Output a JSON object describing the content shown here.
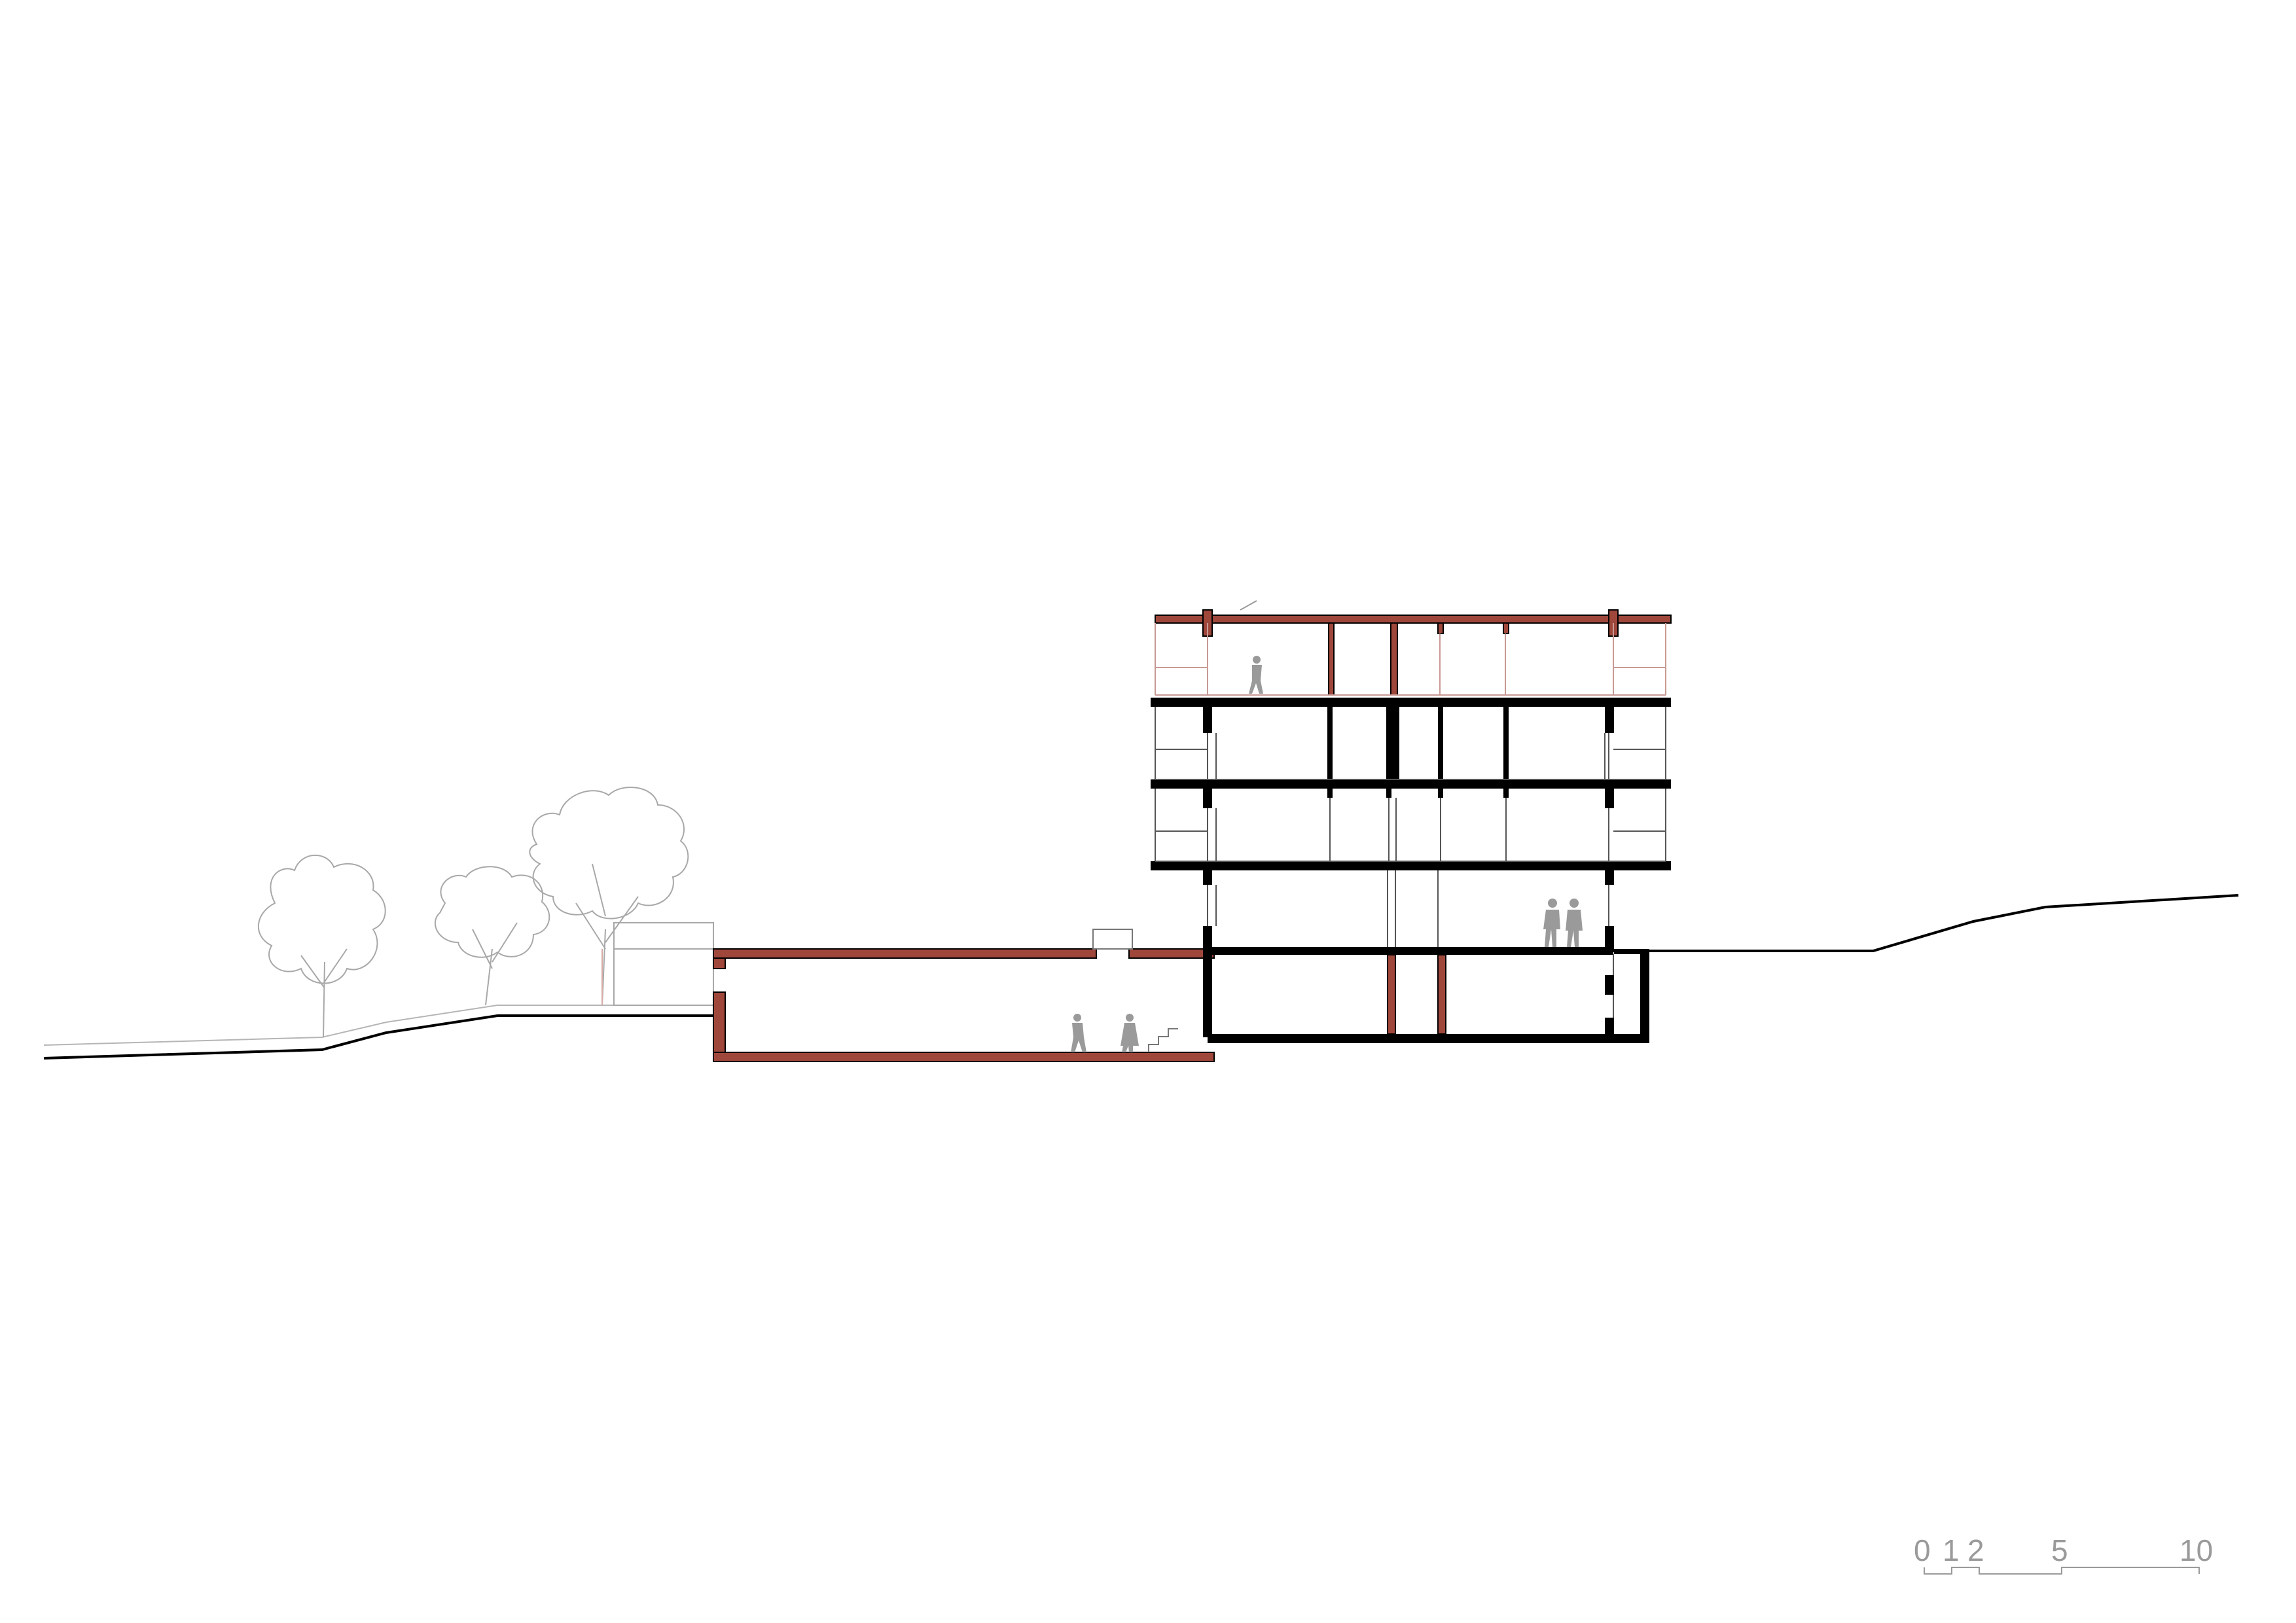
{
  "drawing": {
    "colors": {
      "cut_slab": "#a0473c",
      "cut_structure": "#000000",
      "thin_red": "#c89a94",
      "line": "#000000",
      "tree_line": "#a8a8a8",
      "figure": "#9a9a9a",
      "paper": "#ffffff"
    }
  },
  "scale_bar": {
    "labels": [
      "0",
      "1",
      "2",
      "5",
      "10"
    ]
  }
}
